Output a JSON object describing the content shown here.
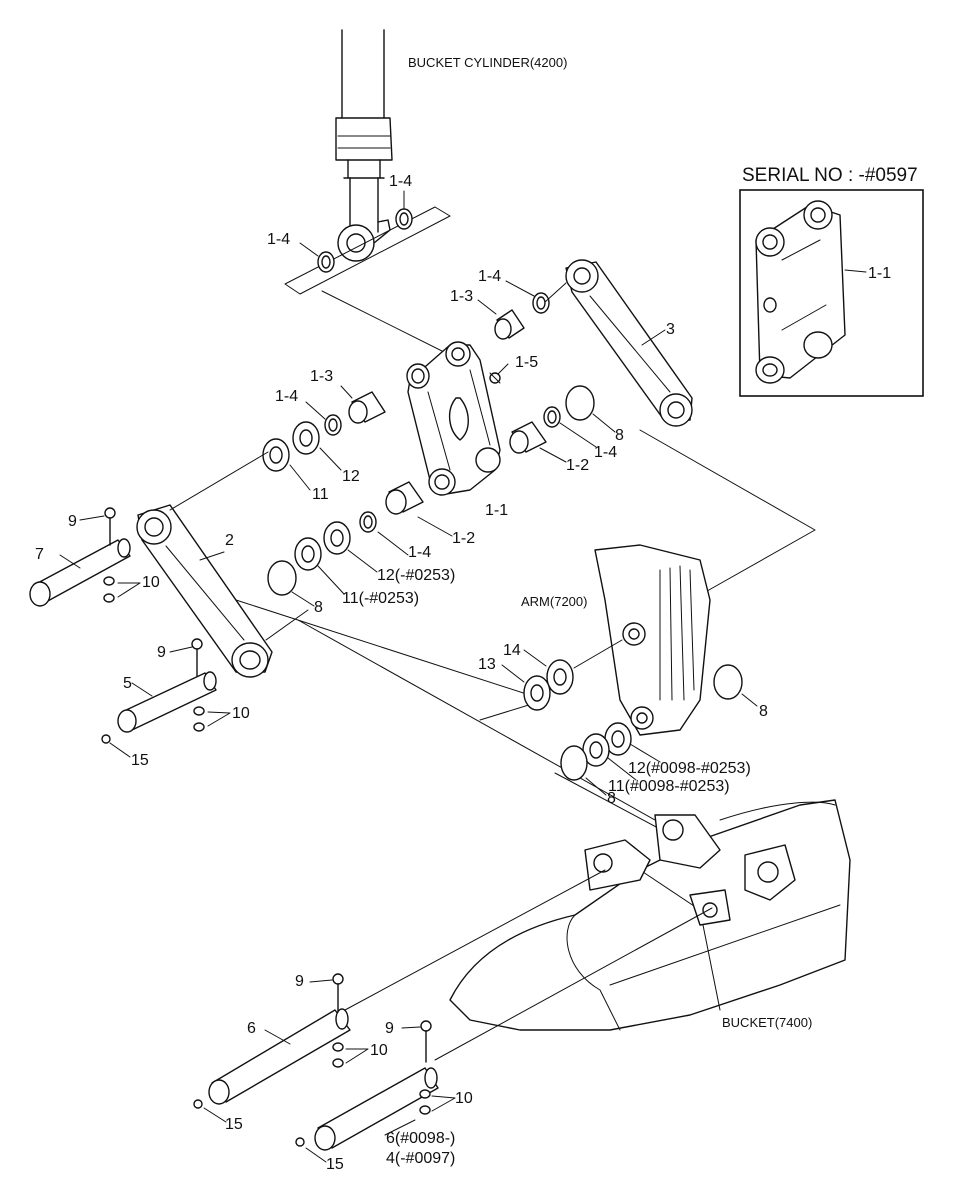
{
  "assembly_labels": {
    "bucket_cylinder": "BUCKET CYLINDER(4200)",
    "arm": "ARM(7200)",
    "bucket": "BUCKET(7400)"
  },
  "inset": {
    "title": "SERIAL NO : -#0597",
    "part": "1-1"
  },
  "callouts": {
    "p1_1": "1-1",
    "p1_2a": "1-2",
    "p1_2b": "1-2",
    "p1_3a": "1-3",
    "p1_3b": "1-3",
    "p1_4a": "1-4",
    "p1_4b": "1-4",
    "p1_4c": "1-4",
    "p1_4d": "1-4",
    "p1_4e": "1-4",
    "p1_4f": "1-4",
    "p1_5": "1-5",
    "p2": "2",
    "p3": "3",
    "p4_6": "6(#0098-)",
    "p4_4": "4(-#0097)",
    "p5": "5",
    "p6": "6",
    "p7": "7",
    "p8a": "8",
    "p8b": "8",
    "p8c": "8",
    "p8d": "8",
    "p9a": "9",
    "p9b": "9",
    "p9c": "9",
    "p9d": "9",
    "p10a": "10",
    "p10b": "10",
    "p10c": "10",
    "p10d": "10",
    "p11a": "11",
    "p11b": "11(-#0253)",
    "p11c": "11(#0098-#0253)",
    "p12a": "12",
    "p12b": "12(-#0253)",
    "p12c": "12(#0098-#0253)",
    "p13": "13",
    "p14": "14",
    "p15a": "15",
    "p15b": "15",
    "p15c": "15"
  }
}
